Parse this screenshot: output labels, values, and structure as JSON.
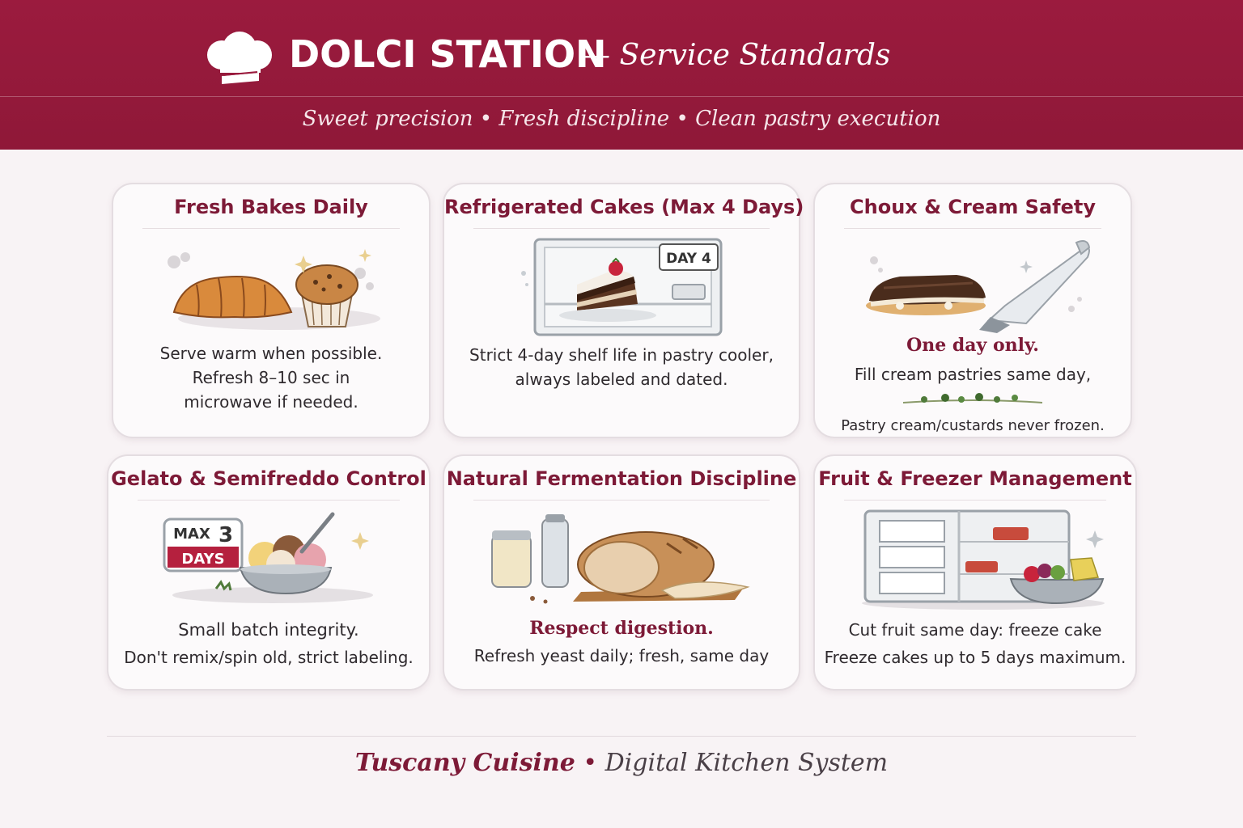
{
  "header": {
    "title": "DOLCI STATION",
    "subtitle": "— Service Standards",
    "tagline": "Sweet precision • Fresh discipline • Clean pastry execution"
  },
  "colors": {
    "brand": "#9b1b3e",
    "accent_text": "#7d1a37",
    "background": "#f8f3f5"
  },
  "cards": [
    {
      "title": "Fresh Bakes Daily",
      "icon": "croissant-muffin-icon",
      "lines": [
        "Serve warm when possible.",
        "Refresh 8–10 sec in",
        "microwave if needed."
      ]
    },
    {
      "title": "Refrigerated Cakes (Max 4 Days)",
      "icon": "cake-fridge-icon",
      "badge": "DAY 4",
      "lines": [
        "Strict 4-day shelf life in pastry cooler,",
        "always labeled and dated."
      ]
    },
    {
      "title": "Choux & Cream Safety",
      "icon": "eclair-piping-bag-icon",
      "emphasis": "One day only.",
      "lines": [
        "Fill cream pastries same day,"
      ],
      "note": "Pastry cream/custards never frozen."
    },
    {
      "title": "Gelato & Semifreddo Control",
      "icon": "gelato-bowl-icon",
      "badge_top": "MAX",
      "badge_num": "3",
      "badge_bottom": "DAYS",
      "lines": [
        "Small batch integrity.",
        "Don't remix/spin old, strict labeling."
      ]
    },
    {
      "title": "Natural Fermentation Discipline",
      "icon": "bread-yeast-icon",
      "emphasis": "Respect digestion.",
      "lines": [
        "Refresh yeast daily; fresh, same day"
      ]
    },
    {
      "title": "Fruit & Freezer Management",
      "icon": "freezer-fruit-icon",
      "lines": [
        "Cut fruit same day: freeze cake",
        "Freeze cakes up to 5 days maximum."
      ]
    }
  ],
  "footer": {
    "brand": "Tuscany Cuisine",
    "separator": "•",
    "system": "Digital Kitchen System"
  }
}
